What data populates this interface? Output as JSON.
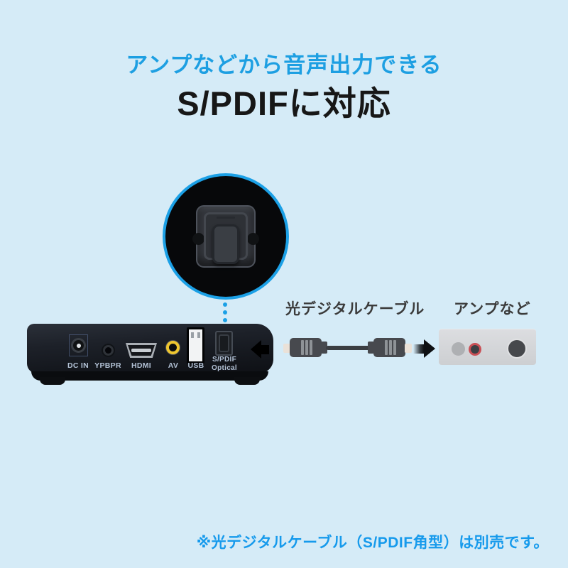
{
  "colors": {
    "background": "#d5ebf7",
    "accent_blue": "#1ba0e6",
    "title_black": "#171717",
    "label_gray": "#3b3b3b",
    "device_black": "#171a20",
    "port_label_blue": "#b3c2d6",
    "amp_gray": "#ced0d3",
    "av_yellow": "#eec62f",
    "rca_red": "#c94f55"
  },
  "heading": {
    "subtitle": "アンプなどから音声出力できる",
    "title": "S/PDIFに対応"
  },
  "callout": {
    "icon": "toslink-optical-port"
  },
  "device": {
    "name": "media-player-rear-panel",
    "ports": [
      {
        "id": "dc-in",
        "label": "DC IN"
      },
      {
        "id": "ypbpr",
        "label": "YPBPR"
      },
      {
        "id": "hdmi",
        "label": "HDMI"
      },
      {
        "id": "av",
        "label": "AV"
      },
      {
        "id": "usb",
        "label": "USB"
      },
      {
        "id": "spdif",
        "label": "S/PDIF",
        "label2": "Optical"
      }
    ]
  },
  "cable": {
    "label": "光デジタルケーブル"
  },
  "amp": {
    "label": "アンプなど"
  },
  "footer": {
    "note": "※光デジタルケーブル（S/PDIF角型）は別売です。"
  }
}
